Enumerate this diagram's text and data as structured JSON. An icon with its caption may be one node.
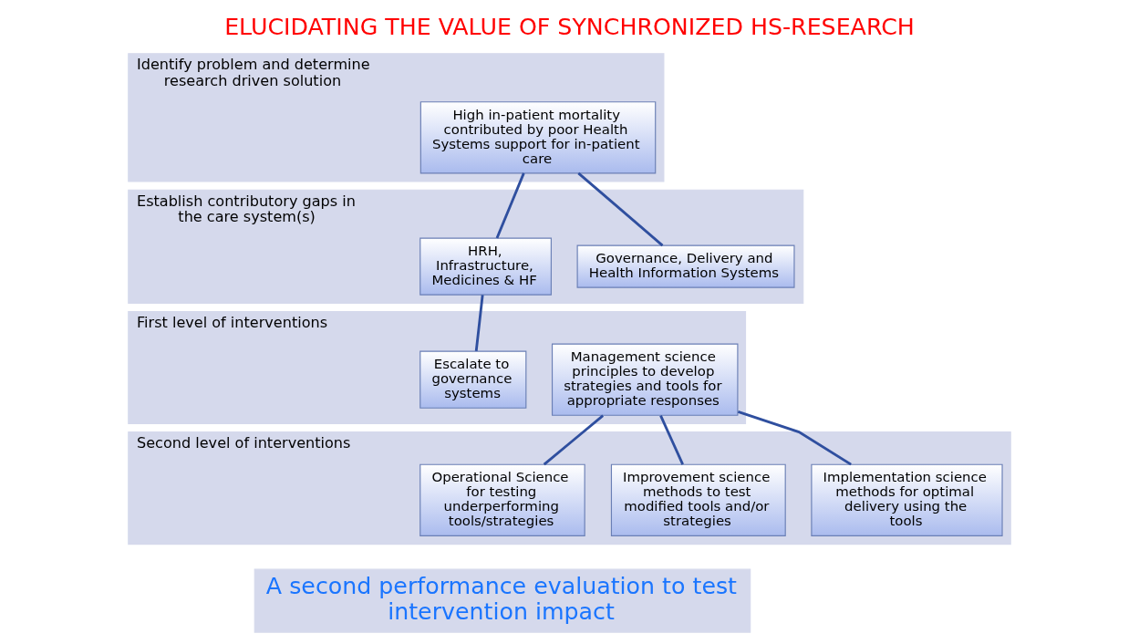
{
  "diagram": {
    "title": "ELUCIDATING THE VALUE OF SYNCHRONIZED HS-RESEARCH",
    "nodes": [
      {
        "text": [
          "Identify problem and determine research driven solution"
        ]
      },
      {
        "text": [
          "High in-patient mortality contributed by poor Health Systems support for in-patient care"
        ],
        "in": 0
      },
      {
        "text": [
          "Establish contributory gaps in the care system(s)"
        ]
      },
      {
        "text": [
          "Governance, Delivery and Health Information Systems"
        ],
        "in": 2
      },
      {
        "text": [
          "HRH, Infrastructure, Medicines & HF"
        ],
        "in": 2
      },
      {
        "text": [
          "First level of interventions"
        ]
      },
      {
        "text": [
          "Management science principles to develop strategies and tools for appropriate responses"
        ],
        "in": 5
      },
      {
        "text": [
          "Escalate to governance systems"
        ],
        "in": 5
      },
      {
        "text": [
          "Second level of interventions"
        ]
      },
      {
        "text": [
          "Implementation science methods for optimal delivery using the tools"
        ],
        "in": 8
      },
      {
        "text": [
          "Improvement science methods to test modified tools and/or strategies"
        ],
        "in": 8
      },
      {
        "text": [
          "Operational Science for testing underperforming tools/strategies"
        ],
        "in": 8
      },
      {
        "text": [
          "A second performance evaluation to test intervention impact"
        ]
      }
    ],
    "edges": [
      {
        "from": 1,
        "to": 3,
        "arrow": "none"
      },
      {
        "from": 1,
        "to": 4,
        "arrow": "none"
      },
      {
        "from": 4,
        "to": 7,
        "arrow": "none"
      },
      {
        "from": 6,
        "to": 9,
        "arrow": "none"
      },
      {
        "from": 6,
        "to": 10,
        "arrow": "none"
      },
      {
        "from": 6,
        "to": 11,
        "arrow": "none"
      }
    ]
  }
}
